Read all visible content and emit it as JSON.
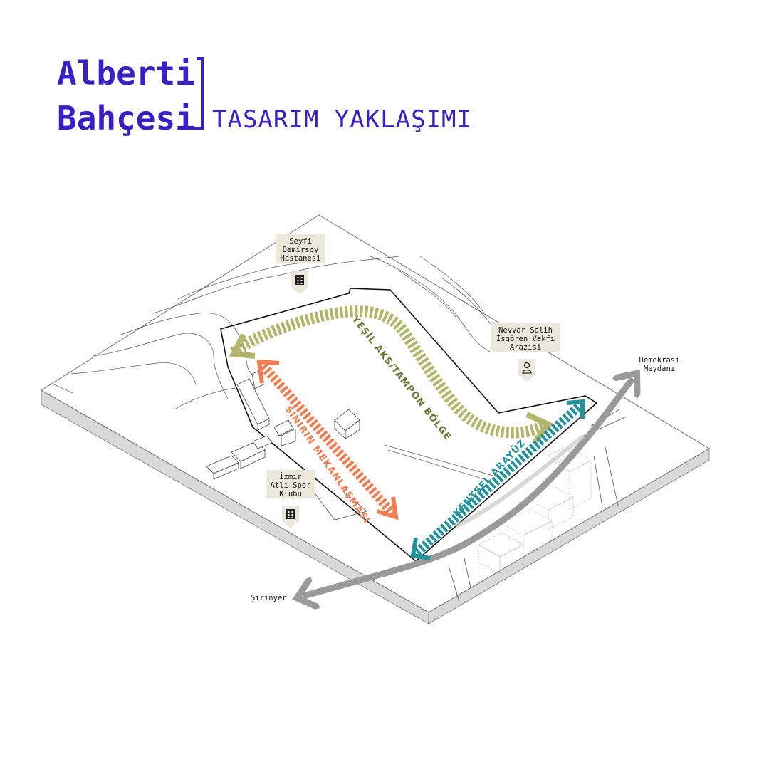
{
  "header": {
    "title_line1": "Alberti",
    "title_line2": "Bahçesi",
    "subtitle": "TASARIM YAKLAŞIMI"
  },
  "places": {
    "hospital": [
      "Seyfi",
      "Demirsoy",
      "Hastanesi"
    ],
    "foundation": [
      "Nevvar Salih",
      "İsgören Vakfı",
      "Arazisi"
    ],
    "club": [
      "İzmir",
      "Atlı Spor",
      "Klübü"
    ]
  },
  "road": {
    "north": [
      "Demokrasi",
      "Meydanı"
    ],
    "south": "Şirinyer"
  },
  "axes": {
    "green": "YEŞİL AKS/TAMPON BÖLGE",
    "boundary": "SINIRIN MEKANLAŞMASI",
    "urban": "KENTSEL ARAYÜZ"
  },
  "colors": {
    "title": "#3a1fc4",
    "green_axis": "#b3b56a",
    "green_text": "#6f7434",
    "boundary_axis": "#ee7d52",
    "urban_axis": "#23929a",
    "road": "#9a9a9a",
    "label_bg": "#ebe8db"
  },
  "icons": {
    "hospital": "building-icon",
    "foundation": "person-pin-icon",
    "club": "building-icon"
  }
}
